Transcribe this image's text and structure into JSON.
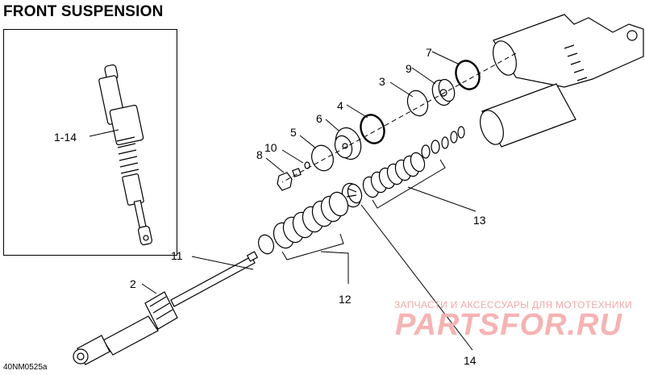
{
  "title": "FRONT SUSPENSION",
  "inset": {
    "label": "1-14"
  },
  "callouts": [
    {
      "id": "c2",
      "text": "2"
    },
    {
      "id": "c3",
      "text": "3"
    },
    {
      "id": "c4",
      "text": "4"
    },
    {
      "id": "c5",
      "text": "5"
    },
    {
      "id": "c6",
      "text": "6"
    },
    {
      "id": "c7",
      "text": "7"
    },
    {
      "id": "c8",
      "text": "8"
    },
    {
      "id": "c9",
      "text": "9"
    },
    {
      "id": "c10",
      "text": "10"
    },
    {
      "id": "c11",
      "text": "11"
    },
    {
      "id": "c12",
      "text": "12"
    },
    {
      "id": "c13",
      "text": "13"
    },
    {
      "id": "c14",
      "text": "14"
    }
  ],
  "figure_code": "40NM0525a",
  "watermark": {
    "tagline": "ЗАПЧАСТИ И АКСЕССУАРЫ ДЛЯ МОТОТЕХНИКИ",
    "brand": "PARTSFOR.RU",
    "color": "#f2a8a8"
  }
}
